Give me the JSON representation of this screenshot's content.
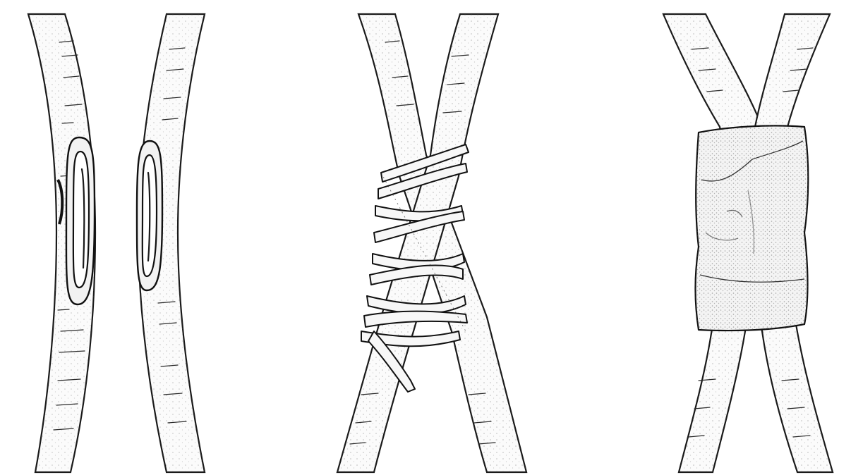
{
  "figure": {
    "panels": [
      {
        "id": "cut-branches",
        "description_icon": "cut-branch-icon"
      },
      {
        "id": "tied-branches",
        "description_icon": "binding-tape-icon"
      },
      {
        "id": "sealed-graft",
        "description_icon": "wax-seal-icon"
      }
    ],
    "colors": {
      "ink": "#1a1a1a",
      "paper": "#ffffff"
    }
  }
}
